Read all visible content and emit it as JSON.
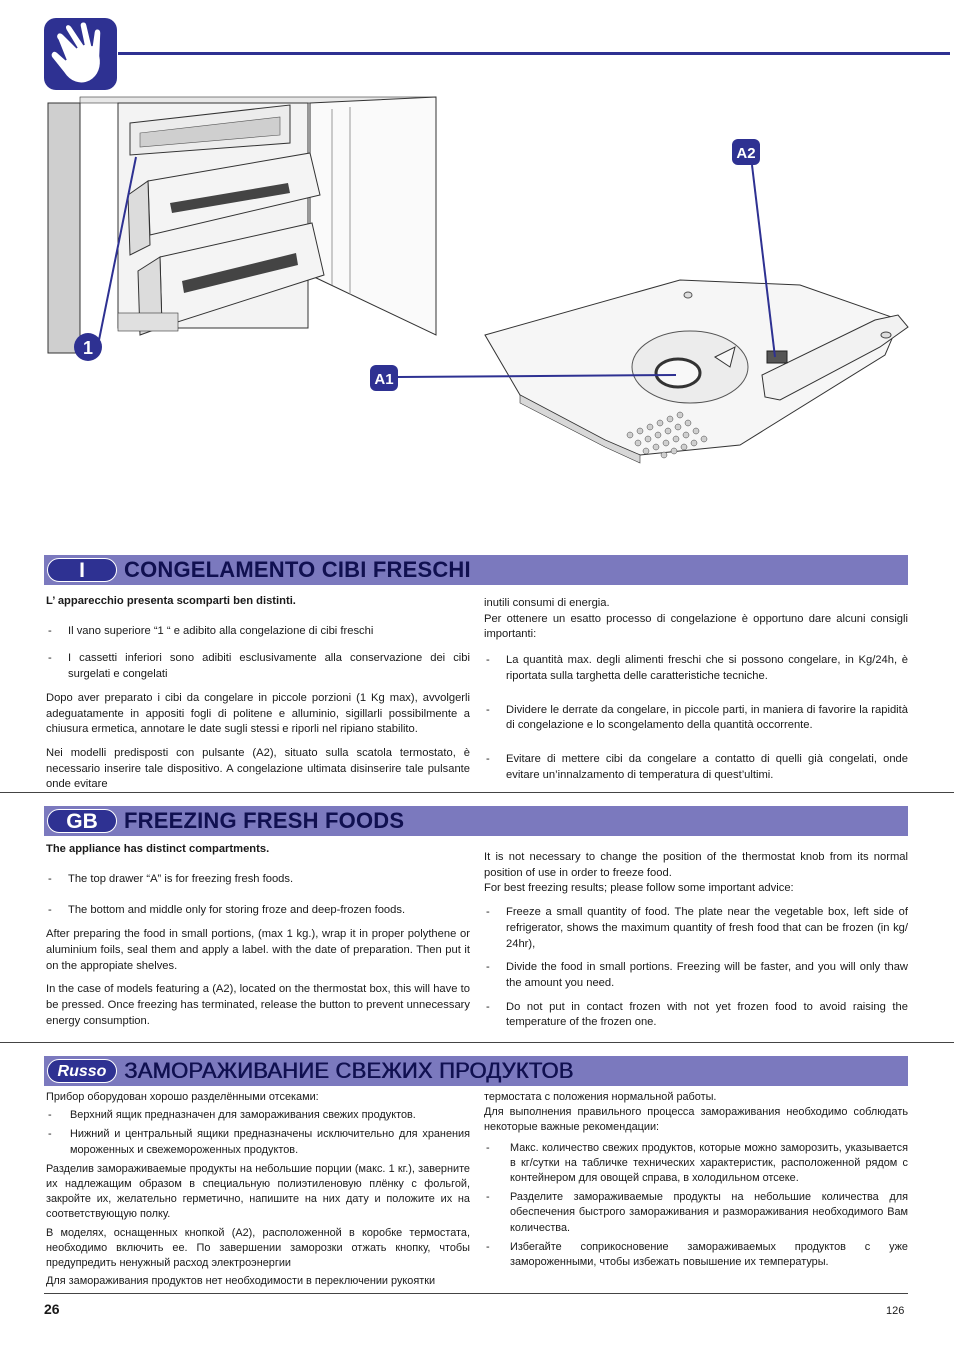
{
  "callouts": {
    "one": "1",
    "a1": "A1",
    "a2": "A2"
  },
  "sections": {
    "it": {
      "lang_badge": "I",
      "title": "CONGELAMENTO CIBI FRESCHI",
      "intro": "L’ apparecchio presenta scomparti ben distinti.",
      "left_items": [
        "Il vano superiore “1 “ e adibito alla congelazione di cibi freschi",
        "I cassetti inferiori sono adibiti esclusivamente alla conservazione dei cibi surgelati e congelati"
      ],
      "left_p1": "Dopo aver preparato i cibi da congelare in piccole porzioni (1 Kg max), avvolgerli adeguatamente in appositi fogli di politene e alluminio, sigillarli possibilmente a chiusura ermetica, annotare le date sugli stessi e riporli nel ripiano stabilito.",
      "left_p2": "Nei modelli predisposti con pulsante (A2), situato sulla scatola termostato, è necessario inserire tale dispositivo.  A congelazione ultimata disinserire tale pulsante onde evitare",
      "right_p1": "inutili consumi di energia.",
      "right_p2": "Per ottenere un esatto processo di congelazione è opportuno dare alcuni consigli importanti:",
      "right_items": [
        "La quantità max. degli alimenti freschi che si possono congelare, in Kg/24h, è riportata sulla targhetta delle caratteristiche tecniche.",
        "Dividere le derrate da congelare, in piccole parti, in maniera di favorire la rapidità di congelazione e lo scongelamento della quantità occorrente.",
        "Evitare di mettere cibi da congelare a contatto di quelli già congelati, onde evitare un’innalzamento di temperatura di quest’ultimi."
      ]
    },
    "gb": {
      "lang_badge": "GB",
      "title": "FREEZING FRESH FOODS",
      "intro": "The appliance has distinct compartments.",
      "left_items": [
        "The top drawer “A”  is for freezing fresh foods.",
        "The bottom and middle only for storing froze and deep-frozen foods."
      ],
      "left_p1": "After preparing the food in small portions, (max 1 kg.), wrap it in proper polythene or aluminium foils, seal them and apply a label. with the date of preparation. Then put it on the appropiate shelves.",
      "left_p2": "In the case of models featuring a (A2), located on the thermostat box, this will have to be pressed. Once freezing has terminated, release the button to prevent unnecessary energy consumption.",
      "right_p1": "It is not necessary to change the position of the thermostat knob from its normal position of use in order to freeze food.",
      "right_p2": "For best freezing results; please follow some important advice:",
      "right_items": [
        "Freeze a small quantity of food. The plate near the vegetable box, left side of refrigerator, shows the maximum quantity of fresh food that can be frozen (in kg/ 24hr),",
        "Divide the food in small portions. Freezing will be faster, and you will only thaw the amount you need.",
        "Do not put in contact frozen with not yet frozen food to avoid raising the temperature of the frozen one."
      ]
    },
    "ru": {
      "lang_badge": "Russo",
      "title": "ЗАМОРАЖИВАНИЕ СВЕЖИХ ПРОДУКТОВ",
      "intro": "Прибор оборудован хорошо разделёнными отсеками:",
      "left_items": [
        "Верхний ящик предназначен для замораживания свежих продуктов.",
        "Нижний и центральный ящики предназначены исключительно для хранения мороженных и свежемороженных продуктов."
      ],
      "left_p1": "Разделив замораживаемые продукты на небольшие порции (макс. 1 кг.), заверните их надлежащим образом в специальную полиэтиленовую плёнку с фольгой, закройте их, желательно герметично, напишите на них дату и положите их на соответствующую полку.",
      "left_p2": "В моделях, оснащенных кнопкой (A2), расположенной в коробке термостата, необходимо включить ее. По завершении заморозки отжать кнопку, чтобы предупредить ненужный расход электроэнергии",
      "left_p3": "Для замораживания продуктов нет необходимости в переключении рукоятки",
      "right_p1": "термостата с положения нормальной работы.",
      "right_p2": "Для выполнения правильного процесса замораживания необходимо соблюдать некоторые важные рекомендации:",
      "right_items": [
        "Макс. количество свежих продуктов, которые можно заморозить, указывается в кг/сутки на табличке технических характеристик, расположенной рядом с контейнером для овощей справа, в холодильном отсеке.",
        "Разделите замораживаемые продукты на небольшие количества для обеспечения быстрого замораживания и размораживания необходимого Вам количества.",
        "Избегайте соприкосновение замораживаемых продуктов с уже замороженными, чтобы избежать повышение их температуры."
      ]
    }
  },
  "footer": {
    "page_number": "26",
    "page_code": "126"
  }
}
